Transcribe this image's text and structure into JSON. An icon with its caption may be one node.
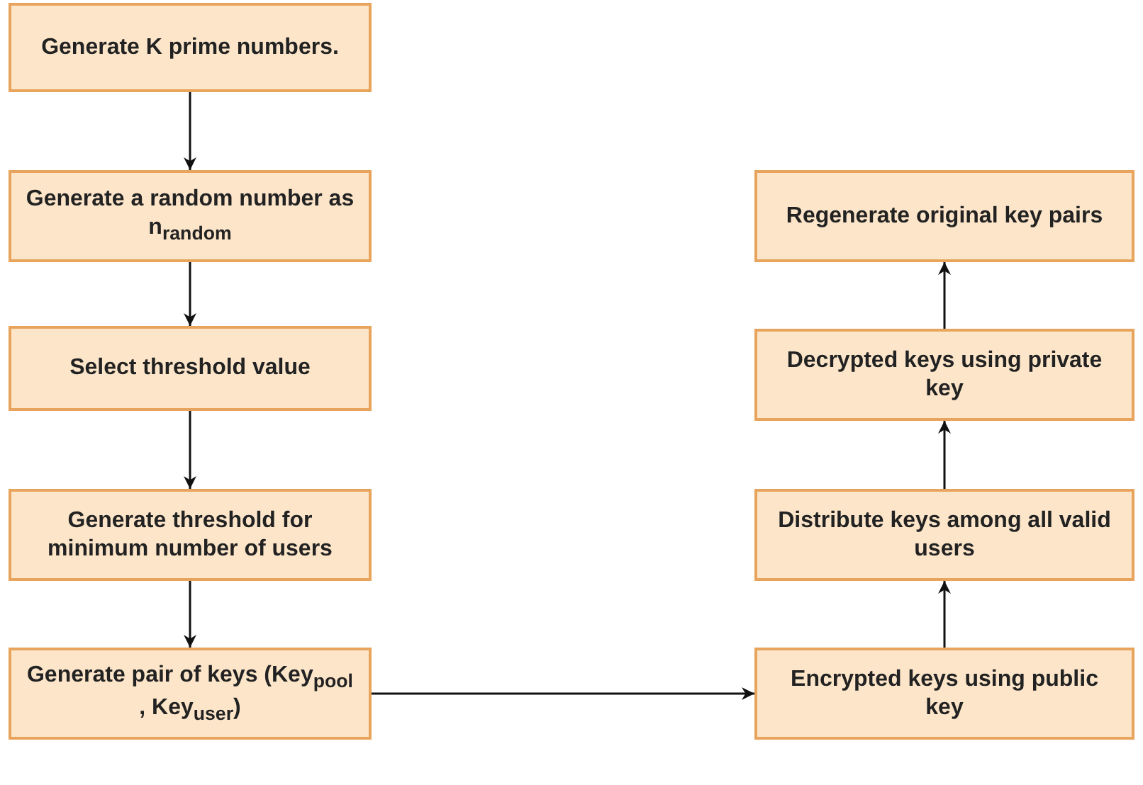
{
  "diagram": {
    "nodes": [
      {
        "text": [
          "Generate K prime numbers."
        ]
      },
      {
        "text": [
          "Generate a random number as n$_{random}$"
        ]
      },
      {
        "text": [
          "Select threshold value"
        ]
      },
      {
        "text": [
          "Generate threshold for minimum number of users"
        ]
      },
      {
        "text": [
          "Generate pair of keys (Key$_{pool}$ , Key$_{user}$)"
        ]
      },
      {
        "text": [
          "Regenerate original key pairs"
        ]
      },
      {
        "text": [
          "Decrypted keys using private key"
        ]
      },
      {
        "text": [
          "Distribute keys among all valid users"
        ]
      },
      {
        "text": [
          "Encrypted keys using public key"
        ]
      }
    ],
    "edges": [
      {
        "from": 0,
        "to": 1,
        "arrow": "to"
      },
      {
        "from": 1,
        "to": 2,
        "arrow": "to"
      },
      {
        "from": 2,
        "to": 3,
        "arrow": "to"
      },
      {
        "from": 3,
        "to": 4,
        "arrow": "to"
      },
      {
        "from": 4,
        "to": 8,
        "arrow": "to"
      },
      {
        "from": 8,
        "to": 7,
        "arrow": "to"
      },
      {
        "from": 7,
        "to": 6,
        "arrow": "to"
      },
      {
        "from": 6,
        "to": 5,
        "arrow": "to"
      }
    ]
  }
}
